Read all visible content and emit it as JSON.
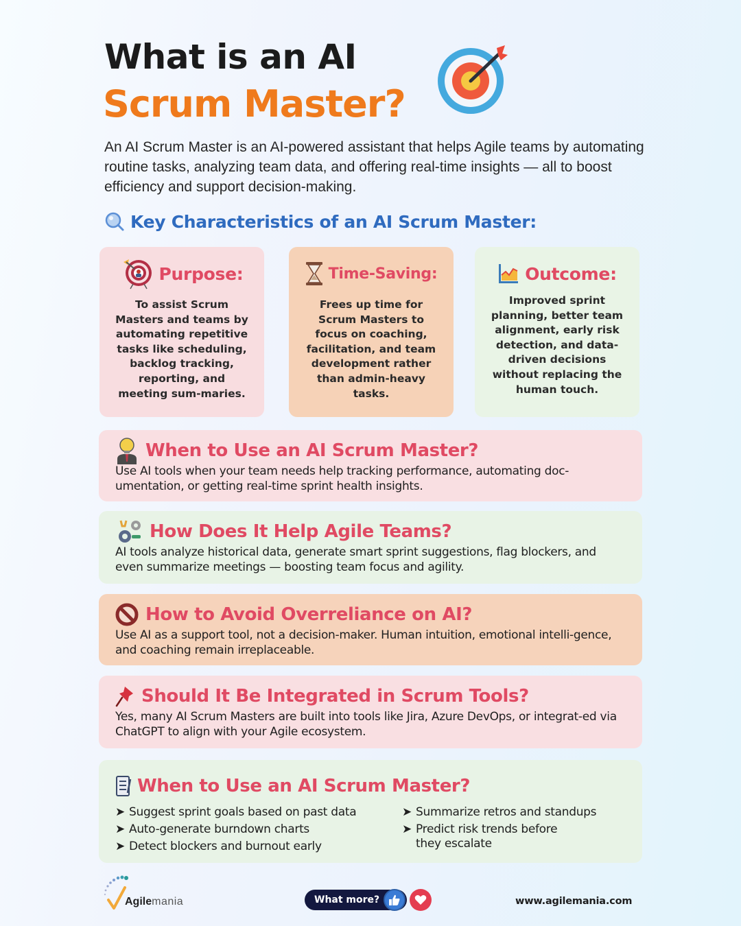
{
  "header": {
    "title_line1": "What is an AI",
    "title_line2": "Scrum Master?",
    "title_icon": "target-arrow-icon",
    "colors": {
      "title_dark": "#1b1b1b",
      "title_accent": "#ef7a1c"
    }
  },
  "intro": {
    "text": "An AI Scrum Master is an AI-powered assistant that helps Agile teams by automating routine tasks, analyzing team data, and offering real-time insights — all to boost efficiency and support decision-making."
  },
  "key_characteristics": {
    "icon": "magnifier-icon",
    "heading": "Key Characteristics of an AI Scrum Master:",
    "color": "#2f6bbf",
    "cards": [
      {
        "icon": "target-person-icon",
        "title": "Purpose:",
        "body": "To assist Scrum Masters and teams by automating repetitive tasks like scheduling, backlog tracking, reporting, and meeting sum-maries.",
        "bg": "#f8dde0"
      },
      {
        "icon": "hourglass-icon",
        "title": "Time-Saving:",
        "body": "Frees up time for Scrum Masters to focus on coaching, facilitation, and team development rather than admin-heavy tasks.",
        "bg": "#f6d2b7"
      },
      {
        "icon": "line-chart-icon",
        "title": "Outcome:",
        "body": "Improved sprint planning, better team alignment, early risk detection, and data-driven decisions without replacing the human touch.",
        "bg": "#e9f4e6"
      }
    ]
  },
  "sections": [
    {
      "icon": "lightbulb-person-icon",
      "title": "When to Use an AI Scrum Master?",
      "body": "Use AI tools when your team needs help tracking performance, automating doc-umentation, or getting real-time sprint health insights.",
      "bg": "#f9dfe2"
    },
    {
      "icon": "gears-tools-icon",
      "title": "How Does It Help Agile Teams?",
      "body": "AI tools analyze historical data, generate smart sprint suggestions, flag blockers, and even summarize meetings — boosting team focus and agility.",
      "bg": "#e8f3e6"
    },
    {
      "icon": "prohibited-icon",
      "title": "How to Avoid Overreliance on AI?",
      "body": "Use AI as a support tool, not a decision-maker. Human intuition, emotional intelli-gence, and coaching remain irreplaceable.",
      "bg": "#f6d3bb"
    },
    {
      "icon": "pushpin-icon",
      "title": "Should It Be Integrated in Scrum Tools?",
      "body": "Yes, many AI Scrum Masters are built into tools like Jira, Azure DevOps, or integrat-ed via ChatGPT to align with your Agile ecosystem.",
      "bg": "#f9dfe2"
    }
  ],
  "use_cases": {
    "icon": "checklist-icon",
    "title": "When to Use an AI Scrum Master?",
    "bg": "#e8f3e6",
    "left": [
      "Suggest sprint goals based on past data",
      "Auto-generate burndown charts",
      "Detect blockers and burnout early"
    ],
    "right": [
      "Summarize retros and standups",
      "Predict risk trends before they escalate"
    ],
    "bullet_glyph": "➤"
  },
  "footer": {
    "logo_bold": "Agile",
    "logo_light": "mania",
    "cta_label": "What more?",
    "like_icon": "thumbs-up-icon",
    "heart_icon": "heart-icon",
    "website": "www.agilemania.com"
  },
  "colors": {
    "section_heading": "#e04a63",
    "cta_bg": "#13183f",
    "like_bg": "#3a7bd5",
    "heart_bg": "#e43d50"
  }
}
